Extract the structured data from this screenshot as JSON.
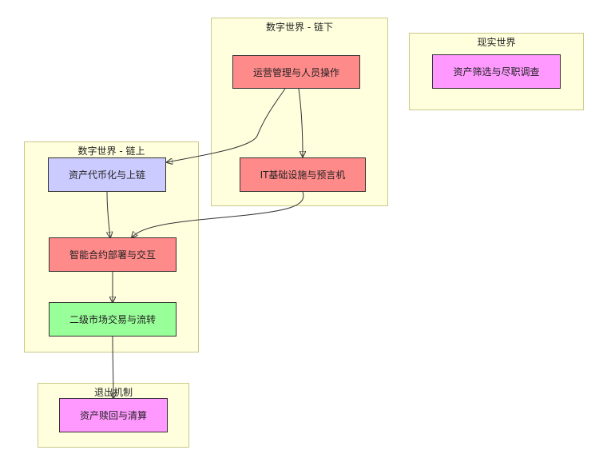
{
  "clusters": {
    "offchain": "数字世界 - 链下",
    "real": "现实世界",
    "onchain": "数字世界 - 链上",
    "exit": "退出机制"
  },
  "nodes": {
    "ops": "运营管理与人员操作",
    "it": "IT基础设施与预言机",
    "screening": "资产筛选与尽职调查",
    "tokenize": "资产代币化与上链",
    "contract": "智能合约部署与交互",
    "secondary": "二级市场交易与流转",
    "redeem": "资产赎回与清算"
  },
  "colors": {
    "cluster_fill": "#ffffde",
    "red_node": "#ff8a8a",
    "purple_node": "#cccbff",
    "pink_node": "#ff99ff",
    "green_node": "#99ff99"
  }
}
